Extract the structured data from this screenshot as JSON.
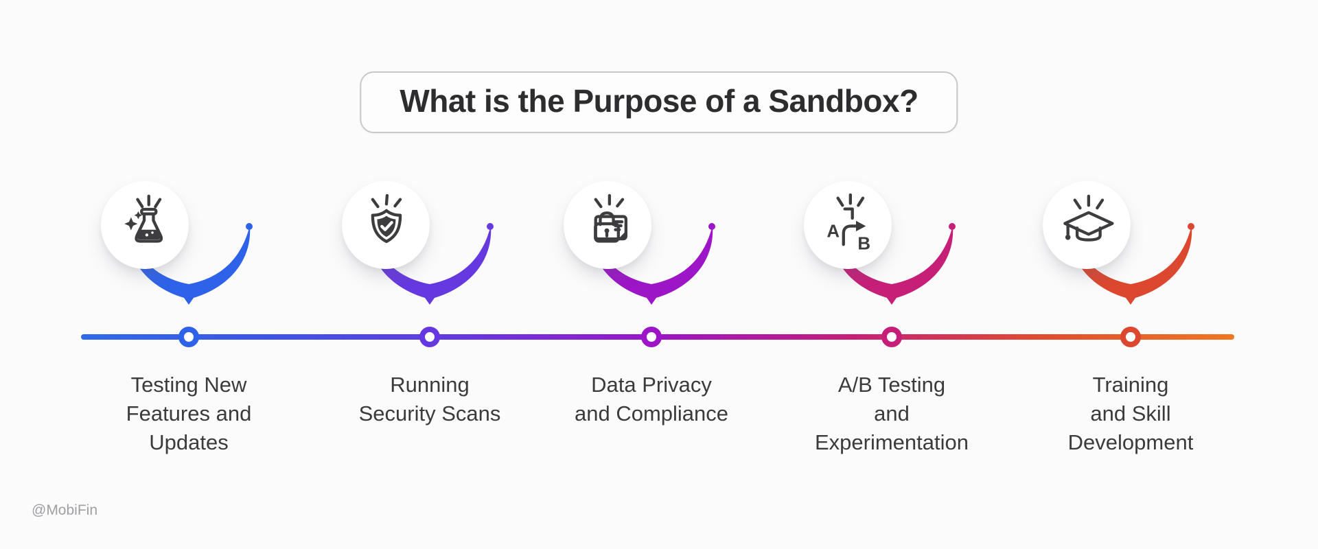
{
  "page": {
    "title": "What is the Purpose of a Sandbox?",
    "watermark": "@MobiFin"
  },
  "timeline": {
    "line_colors": [
      "#2f6ae9",
      "#3f55e5",
      "#6638e0",
      "#9c15c6",
      "#c51f78",
      "#e04c30",
      "#f07722"
    ]
  },
  "items": [
    {
      "label": "Testing New\nFeatures and\nUpdates",
      "icon": "flask-sparkle-icon",
      "color": "#2e62e8"
    },
    {
      "label": "Running\nSecurity Scans",
      "icon": "shield-check-icon",
      "color": "#6638e0"
    },
    {
      "label": "Data Privacy\nand Compliance",
      "icon": "lock-document-icon",
      "color": "#9c15c6"
    },
    {
      "label": "A/B Testing\nand\nExperimentation",
      "icon": "ab-split-arrow-icon",
      "color": "#c51f78",
      "letters": {
        "a": "A",
        "b": "B"
      }
    },
    {
      "label": "Training\nand Skill\nDevelopment",
      "icon": "graduation-cap-icon",
      "color": "#dc4730"
    }
  ]
}
